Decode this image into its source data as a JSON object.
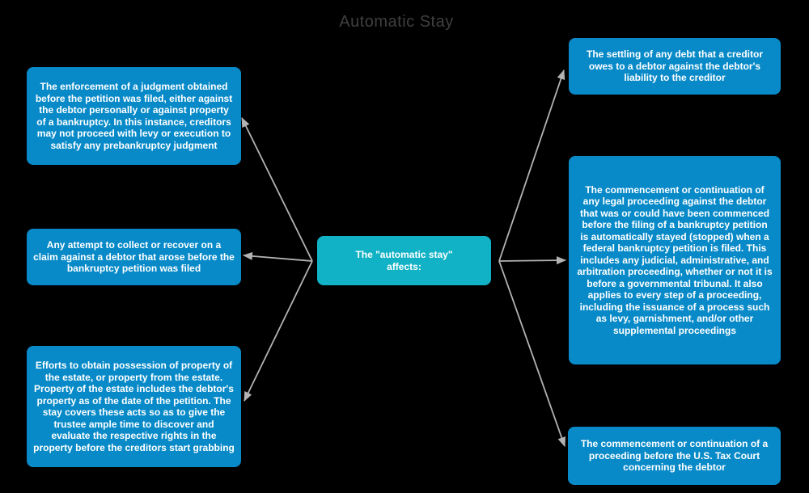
{
  "title": "Automatic Stay",
  "colors": {
    "background": "#000000",
    "box_blue": "#088ac8",
    "center_teal": "#12b2c6",
    "connector": "#b3b3b3",
    "title_text": "#3f3f3f",
    "node_text": "#ffffff"
  },
  "center": {
    "lines": [
      "The \"automatic stay\"",
      "affects:"
    ]
  },
  "nodes": [
    {
      "id": "judgment-enforcement",
      "side": "left-top",
      "text": "The enforcement of a judgment obtained before the petition was filed, either against the debtor personally or against property of a bankruptcy.  In this instance, creditors may not proceed with levy or execution to satisfy any prebankruptcy judgment"
    },
    {
      "id": "claim-collection",
      "side": "left-middle",
      "text": "Any attempt to collect or recover on a claim against a debtor that arose before the bankruptcy petition was filed"
    },
    {
      "id": "property-possession",
      "side": "left-bottom",
      "text": "Efforts to obtain possession of property of the estate, or property from the estate. Property of the estate includes the debtor's property as of the date of the petition. The stay covers these acts so as to give the trustee ample time to discover and evaluate the respective rights in the property before the creditors start grabbing"
    },
    {
      "id": "debt-setoff",
      "side": "right-top",
      "text": "The settling of any debt that a creditor owes to a debtor against the debtor's liability to the creditor"
    },
    {
      "id": "legal-proceedings",
      "side": "right-middle",
      "text": "The commencement or continuation of any legal proceeding against the debtor that was or could have been commenced before the filing of a bankruptcy petition is automatically stayed (stopped) when a federal bankruptcy petition is filed. This includes any judicial, administrative, and arbitration proceeding, whether or not it is before a governmental tribunal.  It also applies to every step of a proceeding, including the issuance of a process such as levy, garnishment, and/or other supplemental proceedings"
    },
    {
      "id": "tax-court",
      "side": "right-bottom",
      "text": "The commencement or continuation of a proceeding before the U.S. Tax Court concerning the debtor"
    }
  ]
}
